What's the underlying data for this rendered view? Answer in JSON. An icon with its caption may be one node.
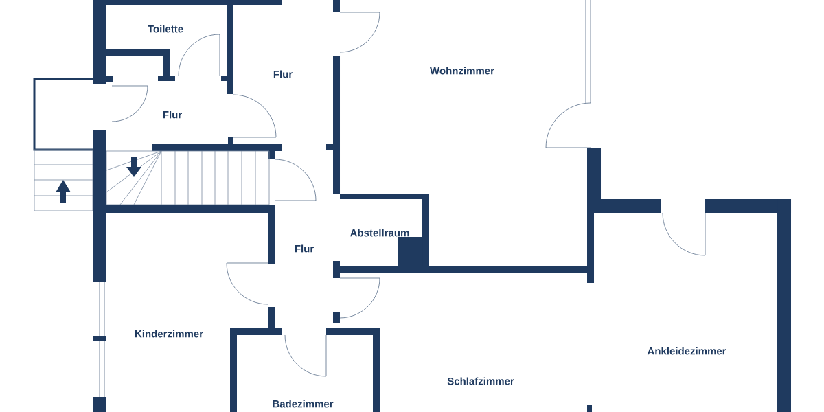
{
  "diagram": {
    "labels": [
      "Toilette",
      "Flur",
      "Wohnzimmer",
      "Flur",
      "Abstellraum",
      "Flur",
      "Kinderzimmer",
      "Ankleidezimmer",
      "Schlafzimmer",
      "Badezimmer"
    ]
  }
}
